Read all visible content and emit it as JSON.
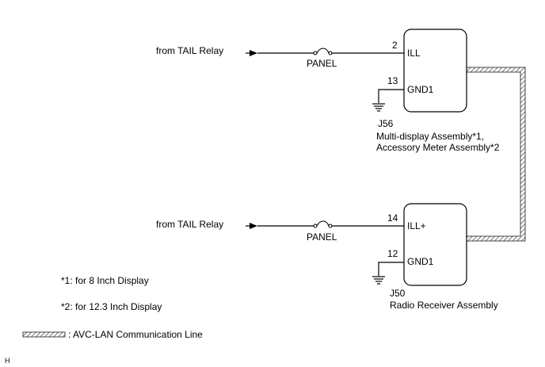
{
  "top_circuit": {
    "source_label": "from TAIL Relay",
    "fuse_label": "PANEL",
    "pin_ill": "2",
    "pin_gnd": "13",
    "terminal_ill": "ILL",
    "terminal_gnd": "GND1",
    "connector_id": "J56",
    "component_line1": "Multi-display Assembly*1,",
    "component_line2": "Accessory Meter Assembly*2"
  },
  "bottom_circuit": {
    "source_label": "from TAIL Relay",
    "fuse_label": "PANEL",
    "pin_ill": "14",
    "pin_gnd": "12",
    "terminal_ill": "ILL+",
    "terminal_gnd": "GND1",
    "connector_id": "J50",
    "component_name": "Radio Receiver Assembly"
  },
  "notes": {
    "note1": "*1: for 8 Inch Display",
    "note2": "*2: for 12.3 Inch Display",
    "legend_label": ": AVC-LAN Communication Line"
  },
  "corner_mark": "H"
}
